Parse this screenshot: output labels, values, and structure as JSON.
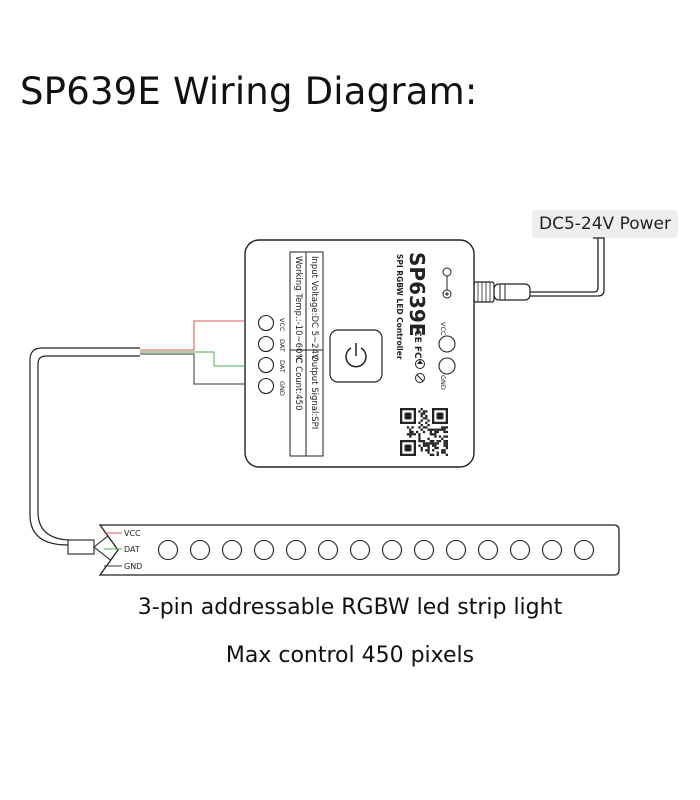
{
  "title": "SP639E Wiring Diagram:",
  "power_label": "DC5-24V Power",
  "controller": {
    "model": "SP639E",
    "subtitle": "SPI RGBW LED Controller",
    "spec_input_voltage": "Input Voltage:DC 5~24V",
    "spec_working_temp": "Working Temp.:-10~60℃",
    "spec_output_signal": "Output Signal:SPI",
    "spec_ic_count": "IC Count:450",
    "pin_labels": [
      "VCC",
      "DAT",
      "DAT",
      "GND"
    ],
    "power_pin_labels": [
      "VCC",
      "GND"
    ],
    "cert_marks": "CE FC"
  },
  "strip": {
    "pin_labels": [
      "VCC",
      "DAT",
      "GND"
    ],
    "led_count": 14
  },
  "captions": {
    "line1": "3-pin addressable RGBW led strip light",
    "line2": "Max control 450 pixels"
  },
  "colors": {
    "vcc_wire": "#d9534f",
    "dat_wire": "#4caf50",
    "gnd_wire": "#333333",
    "outline": "#222222"
  }
}
